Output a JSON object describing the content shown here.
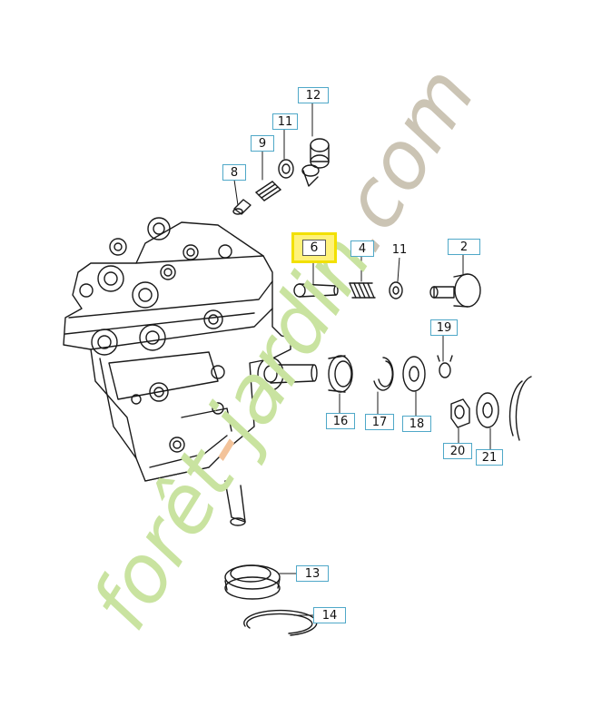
{
  "diagram": {
    "callouts": [
      {
        "id": "12",
        "label": "12"
      },
      {
        "id": "11a",
        "label": "11"
      },
      {
        "id": "9",
        "label": "9"
      },
      {
        "id": "8",
        "label": "8"
      },
      {
        "id": "6",
        "label": "6",
        "highlighted": true
      },
      {
        "id": "4",
        "label": "4"
      },
      {
        "id": "11b",
        "label": "11"
      },
      {
        "id": "2",
        "label": "2"
      },
      {
        "id": "19",
        "label": "19"
      },
      {
        "id": "16",
        "label": "16"
      },
      {
        "id": "17",
        "label": "17"
      },
      {
        "id": "18",
        "label": "18"
      },
      {
        "id": "20",
        "label": "20"
      },
      {
        "id": "21",
        "label": "21"
      },
      {
        "id": "13",
        "label": "13"
      },
      {
        "id": "14",
        "label": "14"
      }
    ],
    "watermark": {
      "text_green": "forêt",
      "text_orange": "-",
      "text_rest": "jardin",
      "text_gray": ".com"
    },
    "colors": {
      "callout_border": "#4fa8c8",
      "highlight": "#fff27a",
      "watermark_green": "#c9e3a0",
      "watermark_gray": "#cbc4b4",
      "line": "#1a1a1a"
    }
  }
}
